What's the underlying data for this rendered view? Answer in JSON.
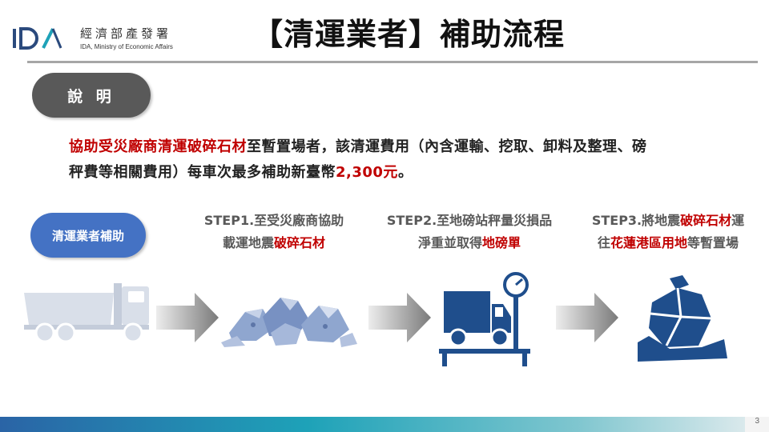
{
  "header": {
    "logo_mark": "IDA-logo",
    "logo_name": "經濟部產發署",
    "logo_english": "IDA, Ministry of Economic Affairs",
    "title": "【清運業者】補助流程"
  },
  "section_label": "說 明",
  "description": {
    "line1_red": "協助受災廠商清運破碎石材",
    "line1_rest": "至暫置場者，該清運費用（內含運輸、挖取、卸料及整理、磅",
    "line2_rest": "秤費等相關費用）每車次最多補助新臺幣",
    "line2_red": "2,300元",
    "line2_end": "。"
  },
  "flow": {
    "subsidy_label": "清運業者補助",
    "steps": [
      {
        "line1": "STEP1.至受災廠商協助",
        "line2_pre": "載運地震",
        "line2_red": "破碎石材",
        "line2_post": ""
      },
      {
        "line1": "STEP2.至地磅站秤量災損品",
        "line2_pre": "淨重並取得",
        "line2_red": "地磅單",
        "line2_post": ""
      },
      {
        "line1_pre": "STEP3.將地震",
        "line1_red": "破碎石材",
        "line1_post": "運",
        "line2_pre": "往",
        "line2_red": "花蓮港區用地",
        "line2_post": "等暫置場"
      }
    ],
    "icons": [
      "dump-truck-icon",
      "arrow-right-icon",
      "rubble-icon",
      "weigh-station-icon",
      "boulder-icon"
    ]
  },
  "footer": {
    "page_number": "3"
  },
  "colors": {
    "accent_red": "#c00000",
    "pill_blue": "#4472c4",
    "pill_dark": "#595959",
    "icon_blue": "#1f4e8c"
  }
}
